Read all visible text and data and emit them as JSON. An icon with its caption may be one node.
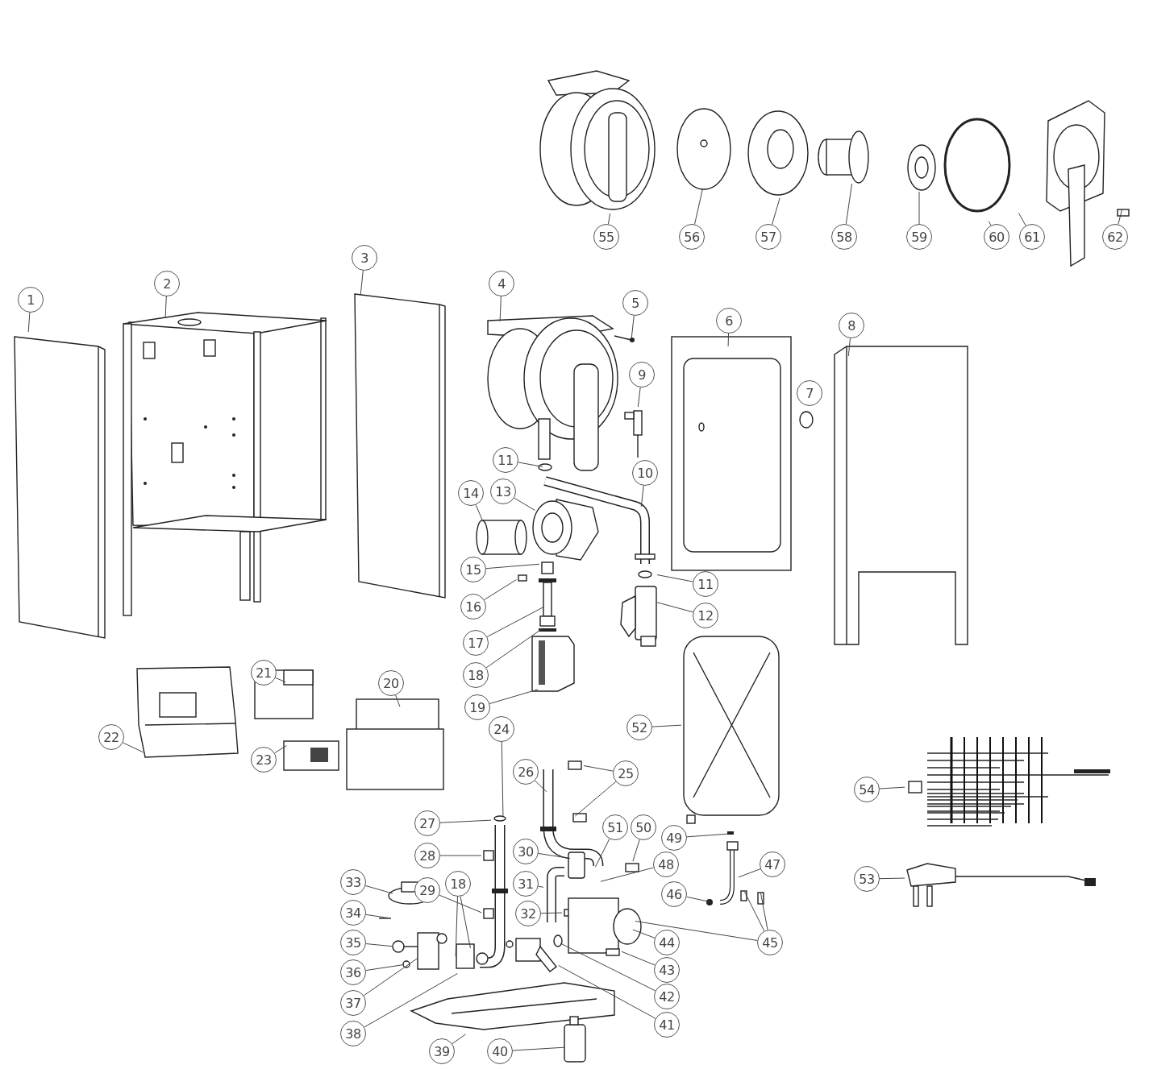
{
  "diagram": {
    "nodes": [
      {
        "text": [
          "1"
        ]
      },
      {
        "text": [
          "2"
        ]
      },
      {
        "text": [
          "3"
        ]
      },
      {
        "text": [
          "4"
        ]
      },
      {
        "text": [
          "5"
        ]
      },
      {
        "text": [
          "6"
        ]
      },
      {
        "text": [
          "7"
        ]
      },
      {
        "text": [
          "8"
        ]
      },
      {
        "text": [
          "9"
        ]
      },
      {
        "text": [
          "10"
        ]
      },
      {
        "text": [
          "11"
        ]
      },
      {
        "text": [
          "11"
        ]
      },
      {
        "text": [
          "12"
        ]
      },
      {
        "text": [
          "13"
        ]
      },
      {
        "text": [
          "14"
        ]
      },
      {
        "text": [
          "15"
        ]
      },
      {
        "text": [
          "16"
        ]
      },
      {
        "text": [
          "17"
        ]
      },
      {
        "text": [
          "18"
        ]
      },
      {
        "text": [
          "19"
        ]
      },
      {
        "text": [
          "20"
        ]
      },
      {
        "text": [
          "21"
        ]
      },
      {
        "text": [
          "22"
        ]
      },
      {
        "text": [
          "23"
        ]
      },
      {
        "text": [
          "24"
        ]
      },
      {
        "text": [
          "25"
        ]
      },
      {
        "text": [
          "26"
        ]
      },
      {
        "text": [
          "27"
        ]
      },
      {
        "text": [
          "28"
        ]
      },
      {
        "text": [
          "29"
        ]
      },
      {
        "text": [
          "30"
        ]
      },
      {
        "text": [
          "31"
        ]
      },
      {
        "text": [
          "32"
        ]
      },
      {
        "text": [
          "33"
        ]
      },
      {
        "text": [
          "34"
        ]
      },
      {
        "text": [
          "35"
        ]
      },
      {
        "text": [
          "36"
        ]
      },
      {
        "text": [
          "37"
        ]
      },
      {
        "text": [
          "38"
        ]
      },
      {
        "text": [
          "18"
        ]
      },
      {
        "text": [
          "39"
        ]
      },
      {
        "text": [
          "40"
        ]
      },
      {
        "text": [
          "41"
        ]
      },
      {
        "text": [
          "42"
        ]
      },
      {
        "text": [
          "43"
        ]
      },
      {
        "text": [
          "44"
        ]
      },
      {
        "text": [
          "45"
        ]
      },
      {
        "text": [
          "46"
        ]
      },
      {
        "text": [
          "47"
        ]
      },
      {
        "text": [
          "48"
        ]
      },
      {
        "text": [
          "49"
        ]
      },
      {
        "text": [
          "50"
        ]
      },
      {
        "text": [
          "51"
        ]
      },
      {
        "text": [
          "52"
        ]
      },
      {
        "text": [
          "53"
        ]
      },
      {
        "text": [
          "54"
        ]
      },
      {
        "text": [
          "55"
        ]
      },
      {
        "text": [
          "56"
        ]
      },
      {
        "text": [
          "57"
        ]
      },
      {
        "text": [
          "58"
        ]
      },
      {
        "text": [
          "59"
        ]
      },
      {
        "text": [
          "60"
        ]
      },
      {
        "text": [
          "61"
        ]
      },
      {
        "text": [
          "62"
        ]
      }
    ],
    "edges": [
      {
        "from": 0,
        "to": null,
        "arrow": "none"
      },
      {
        "from": 1,
        "to": null,
        "arrow": "none"
      },
      {
        "from": 2,
        "to": null,
        "arrow": "none"
      },
      {
        "from": 3,
        "to": null,
        "arrow": "none"
      },
      {
        "from": 4,
        "to": null,
        "arrow": "none"
      },
      {
        "from": 5,
        "to": null,
        "arrow": "none"
      },
      {
        "from": 7,
        "to": null,
        "arrow": "none"
      },
      {
        "from": 8,
        "to": null,
        "arrow": "none"
      },
      {
        "from": 9,
        "to": null,
        "arrow": "none"
      },
      {
        "from": 10,
        "to": null,
        "arrow": "none"
      },
      {
        "from": 11,
        "to": null,
        "arrow": "none"
      },
      {
        "from": 12,
        "to": null,
        "arrow": "none"
      },
      {
        "from": 13,
        "to": null,
        "arrow": "none"
      },
      {
        "from": 14,
        "to": null,
        "arrow": "none"
      },
      {
        "from": 15,
        "to": null,
        "arrow": "none"
      },
      {
        "from": 16,
        "to": null,
        "arrow": "none"
      },
      {
        "from": 17,
        "to": null,
        "arrow": "none"
      },
      {
        "from": 18,
        "to": null,
        "arrow": "none"
      },
      {
        "from": 19,
        "to": null,
        "arrow": "none"
      },
      {
        "from": 20,
        "to": null,
        "arrow": "none"
      },
      {
        "from": 21,
        "to": null,
        "arrow": "none"
      },
      {
        "from": 22,
        "to": null,
        "arrow": "none"
      },
      {
        "from": 23,
        "to": null,
        "arrow": "none"
      },
      {
        "from": 24,
        "to": null,
        "arrow": "none"
      },
      {
        "from": 25,
        "to": null,
        "arrow": "none"
      },
      {
        "from": 25,
        "to": null,
        "arrow": "none"
      },
      {
        "from": 26,
        "to": null,
        "arrow": "none"
      },
      {
        "from": 27,
        "to": null,
        "arrow": "none"
      },
      {
        "from": 28,
        "to": null,
        "arrow": "none"
      },
      {
        "from": 29,
        "to": null,
        "arrow": "none"
      },
      {
        "from": 30,
        "to": null,
        "arrow": "none"
      },
      {
        "from": 31,
        "to": null,
        "arrow": "none"
      },
      {
        "from": 32,
        "to": null,
        "arrow": "none"
      },
      {
        "from": 33,
        "to": null,
        "arrow": "none"
      },
      {
        "from": 34,
        "to": null,
        "arrow": "none"
      },
      {
        "from": 35,
        "to": null,
        "arrow": "none"
      },
      {
        "from": 36,
        "to": null,
        "arrow": "none"
      },
      {
        "from": 37,
        "to": null,
        "arrow": "none"
      },
      {
        "from": 38,
        "to": null,
        "arrow": "none"
      },
      {
        "from": 39,
        "to": null,
        "arrow": "none"
      },
      {
        "from": 39,
        "to": null,
        "arrow": "none"
      },
      {
        "from": 40,
        "to": null,
        "arrow": "none"
      },
      {
        "from": 41,
        "to": null,
        "arrow": "none"
      },
      {
        "from": 42,
        "to": null,
        "arrow": "none"
      },
      {
        "from": 43,
        "to": null,
        "arrow": "none"
      },
      {
        "from": 44,
        "to": null,
        "arrow": "none"
      },
      {
        "from": 45,
        "to": null,
        "arrow": "none"
      },
      {
        "from": 46,
        "to": null,
        "arrow": "none"
      },
      {
        "from": 46,
        "to": null,
        "arrow": "none"
      },
      {
        "from": 46,
        "to": null,
        "arrow": "none"
      },
      {
        "from": 47,
        "to": null,
        "arrow": "none"
      },
      {
        "from": 48,
        "to": null,
        "arrow": "none"
      },
      {
        "from": 49,
        "to": null,
        "arrow": "none"
      },
      {
        "from": 50,
        "to": null,
        "arrow": "none"
      },
      {
        "from": 51,
        "to": null,
        "arrow": "none"
      },
      {
        "from": 52,
        "to": null,
        "arrow": "none"
      },
      {
        "from": 53,
        "to": null,
        "arrow": "none"
      },
      {
        "from": 54,
        "to": null,
        "arrow": "none"
      },
      {
        "from": 55,
        "to": null,
        "arrow": "none"
      },
      {
        "from": 56,
        "to": null,
        "arrow": "none"
      },
      {
        "from": 57,
        "to": null,
        "arrow": "none"
      },
      {
        "from": 58,
        "to": null,
        "arrow": "none"
      },
      {
        "from": 59,
        "to": null,
        "arrow": "none"
      },
      {
        "from": 60,
        "to": null,
        "arrow": "none"
      },
      {
        "from": 61,
        "to": null,
        "arrow": "none"
      },
      {
        "from": 62,
        "to": null,
        "arrow": "none"
      },
      {
        "from": 63,
        "to": null,
        "arrow": "none"
      }
    ]
  }
}
